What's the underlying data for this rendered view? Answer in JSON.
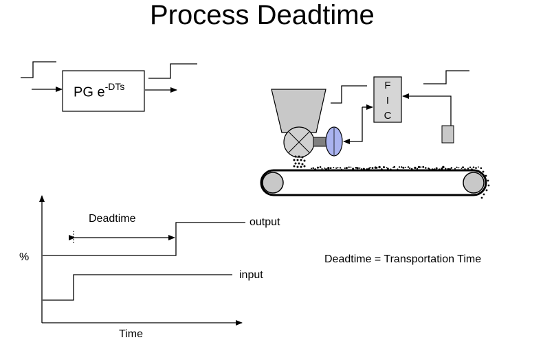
{
  "title": "Process Deadtime",
  "transfer_function": {
    "base": "PG e",
    "exponent": "-DTs"
  },
  "controller": {
    "letters": [
      "F",
      "I",
      "C"
    ]
  },
  "graph": {
    "y_label": "%",
    "x_label": "Time",
    "deadtime_label": "Deadtime",
    "output_label": "output",
    "input_label": "input"
  },
  "equation": "Deadtime = Transportation Time",
  "colors": {
    "line": "#000000",
    "motor_fill": "#aab3f0",
    "hopper_fill": "#c8c8c8",
    "controller_fill": "#d6d6d6"
  }
}
